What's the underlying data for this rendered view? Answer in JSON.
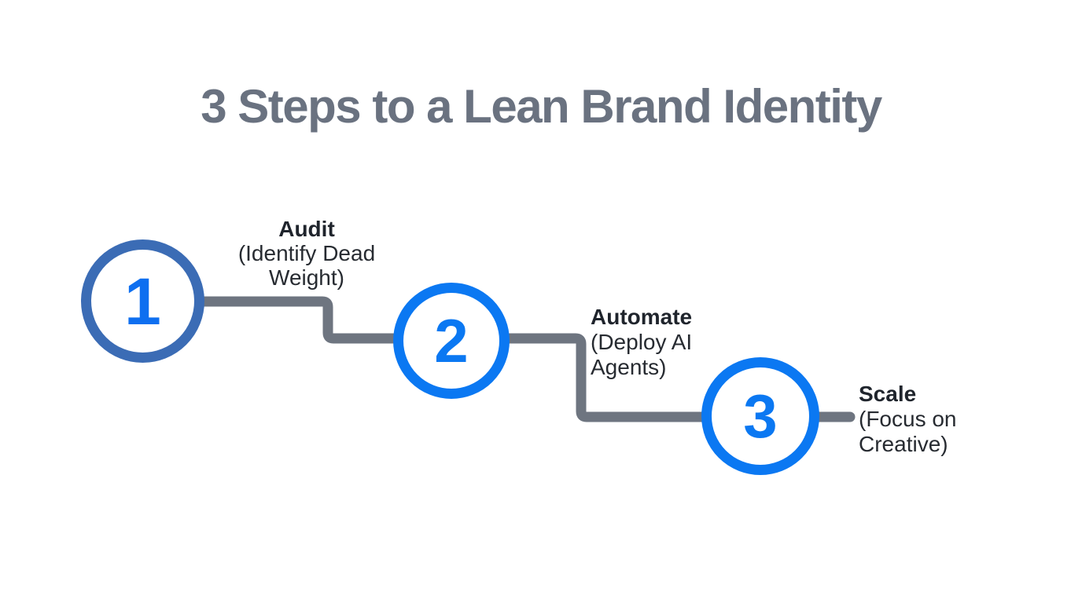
{
  "title": "3 Steps to a Lean Brand Identity",
  "colors": {
    "background": "#ffffff",
    "title_text": "#6A7280",
    "connector": "#6E7580",
    "heading_text": "#1F242C",
    "body_text": "#272B31"
  },
  "steps": [
    {
      "number": "1",
      "label": "Audit",
      "subtitle_lines": [
        "(Identify Dead",
        "Weight)"
      ],
      "ring_color": "#3B6CB5",
      "number_color": "#0E6FF0"
    },
    {
      "number": "2",
      "label": "Automate",
      "subtitle_lines": [
        "(Deploy AI",
        "Agents)"
      ],
      "ring_color": "#0B78F2",
      "number_color": "#0B78F2"
    },
    {
      "number": "3",
      "label": "Scale",
      "subtitle_lines": [
        "(Focus on",
        "Creative)"
      ],
      "ring_color": "#0B78F2",
      "number_color": "#0B78F2"
    }
  ]
}
